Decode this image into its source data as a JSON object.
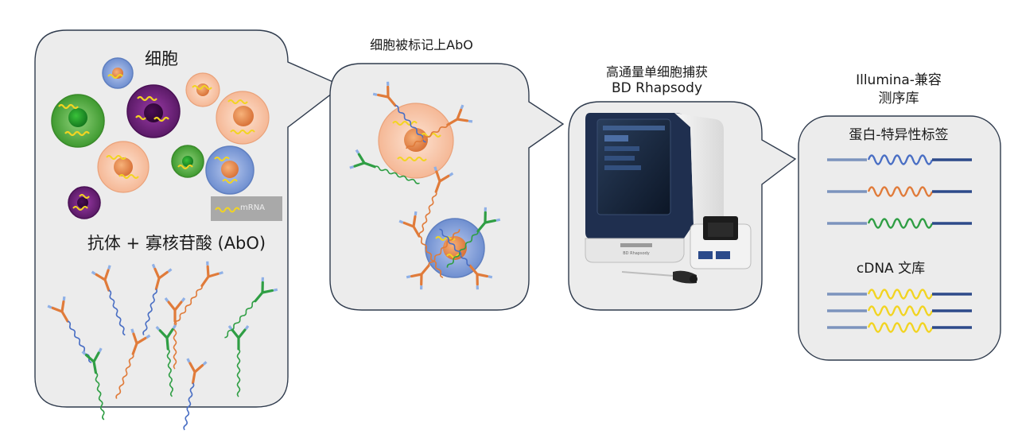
{
  "panels": {
    "cells_title": "细胞",
    "mrna_legend": "mRNA",
    "antibody_title": "抗体 + 寡核苷酸 (AbO)",
    "labeled_title": "细胞被标记上AbO",
    "capture_title_line1": "高通量单细胞捕获",
    "capture_title_line2": "BD Rhapsody",
    "device_brand": "BD Rhapsody",
    "library_title_line1": "Illumina-兼容",
    "library_title_line2": "测序库",
    "protein_tag_label": "蛋白-特异性标签",
    "cdna_label": "cDNA 文库"
  },
  "colors": {
    "panel_fill": "#ececec",
    "panel_stroke": "#2f3b4d",
    "cell_orange": "#f7c3a4",
    "cell_blue": "#8fa9dc",
    "cell_green": "#5fb848",
    "cell_purple": "#7a2b86",
    "mrna_yellow": "#f2d422",
    "antibody_orange": "#e07b3a",
    "antibody_green": "#2f9e44",
    "oligo_blue": "#4a6fc4",
    "read_dark": "#2d4a8a",
    "read_light": "#7c93bd"
  },
  "icons": [
    "mrna-wave-icon",
    "antibody-y-icon",
    "arrow-chevron-icon",
    "sequencing-read-icon",
    "instrument-icon"
  ]
}
